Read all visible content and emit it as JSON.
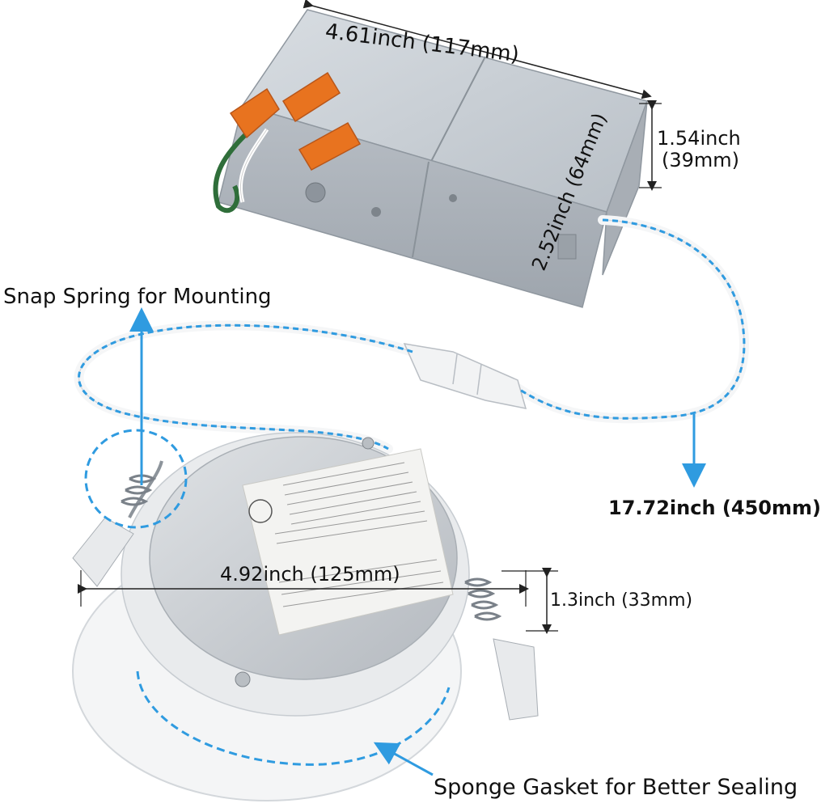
{
  "labels": {
    "box_length": "4.61inch (117mm)",
    "box_width": "2.52inch (64mm)",
    "box_height_in": "1.54inch",
    "box_height_mm": "(39mm)",
    "snap_spring": "Snap Spring for Mounting",
    "cable_length": "17.72inch (450mm)",
    "light_diameter": "4.92inch (125mm)",
    "light_depth": "1.3inch (33mm)",
    "sponge_gasket": "Sponge Gasket for Better Sealing"
  },
  "colors": {
    "callout": "#2f9be0",
    "metal_box": "#c7cdd3",
    "connector": "#e8731f",
    "fixture_white": "#f4f5f6",
    "backplate": "#c9cdd2"
  }
}
